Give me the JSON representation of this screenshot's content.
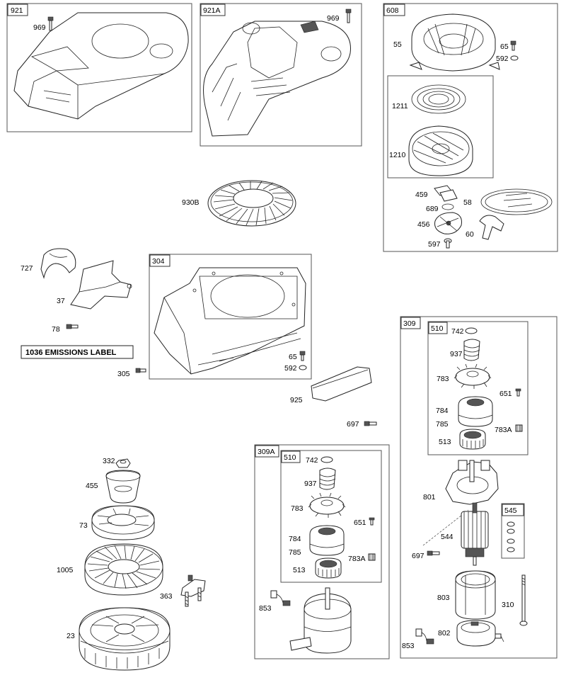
{
  "groups": {
    "g921": "921",
    "g921A": "921A",
    "g608": "608",
    "g304": "304",
    "g309": "309",
    "g309A": "309A",
    "g510a": "510",
    "g510b": "510",
    "g545": "545"
  },
  "labels": {
    "l969a": "969",
    "l969b": "969",
    "l55": "55",
    "l65a": "65",
    "l592a": "592",
    "l1211": "1211",
    "l1210": "1210",
    "l930B": "930B",
    "l459": "459",
    "l58": "58",
    "l689": "689",
    "l456": "456",
    "l60": "60",
    "l597": "597",
    "l727": "727",
    "l37": "37",
    "l78": "78",
    "l65b": "65",
    "l592b": "592",
    "l305": "305",
    "l925": "925",
    "l697a": "697",
    "l742a": "742",
    "l937a": "937",
    "l783a": "783",
    "l651a": "651",
    "l784a": "784",
    "l785a": "785",
    "l783Aa": "783A",
    "l513a": "513",
    "l332": "332",
    "l455": "455",
    "l73": "73",
    "l1005": "1005",
    "l363": "363",
    "l23": "23",
    "l742b": "742",
    "l937b": "937",
    "l783b": "783",
    "l651b": "651",
    "l784b": "784",
    "l785b": "785",
    "l783Ab": "783A",
    "l513b": "513",
    "l853a": "853",
    "l801": "801",
    "l544": "544",
    "l697b": "697",
    "l803": "803",
    "l310": "310",
    "l802": "802",
    "l853b": "853"
  },
  "emissions_label": "1036 EMISSIONS LABEL"
}
